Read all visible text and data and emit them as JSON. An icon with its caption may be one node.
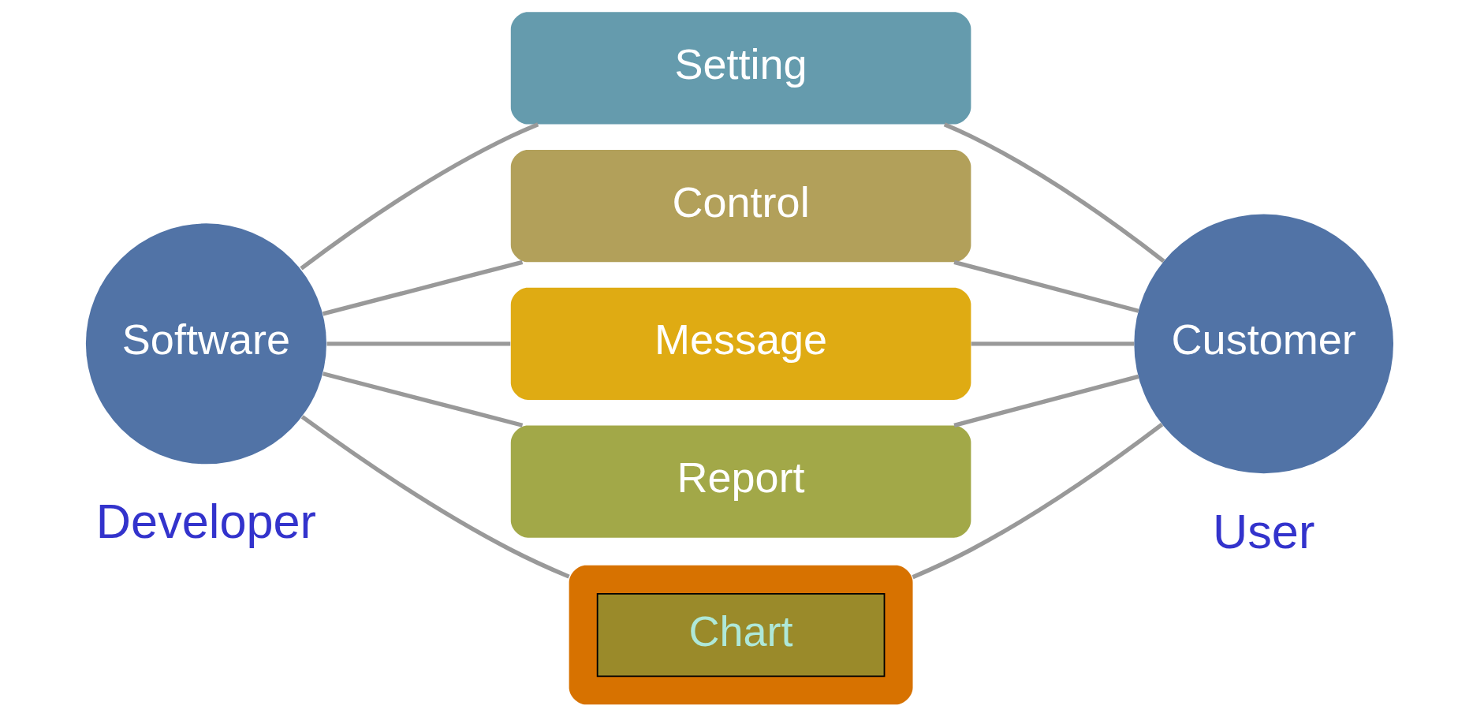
{
  "diagram": {
    "nodes": [
      {
        "text": [
          "Software"
        ]
      },
      {
        "text": [
          "Setting"
        ]
      },
      {
        "text": [
          "Control"
        ]
      },
      {
        "text": [
          "Message"
        ]
      },
      {
        "text": [
          "Report"
        ]
      },
      {
        "text": [],
        "shape": "box"
      },
      {
        "text": [
          "Chart"
        ],
        "in": 5
      },
      {
        "text": [
          "Customer"
        ]
      }
    ],
    "edges": [
      {
        "from": 0,
        "to": 1,
        "arrow": "none"
      },
      {
        "from": 0,
        "to": 2,
        "arrow": "none"
      },
      {
        "from": 0,
        "to": 3,
        "arrow": "none"
      },
      {
        "from": 0,
        "to": 4,
        "arrow": "none"
      },
      {
        "from": 0,
        "to": 5,
        "arrow": "none"
      },
      {
        "from": 1,
        "to": 7,
        "arrow": "none"
      },
      {
        "from": 2,
        "to": 7,
        "arrow": "none"
      },
      {
        "from": 3,
        "to": 7,
        "arrow": "none"
      },
      {
        "from": 4,
        "to": 7,
        "arrow": "none"
      },
      {
        "from": 5,
        "to": 7,
        "arrow": "none"
      }
    ],
    "labels": [
      "Developer",
      "User"
    ]
  }
}
